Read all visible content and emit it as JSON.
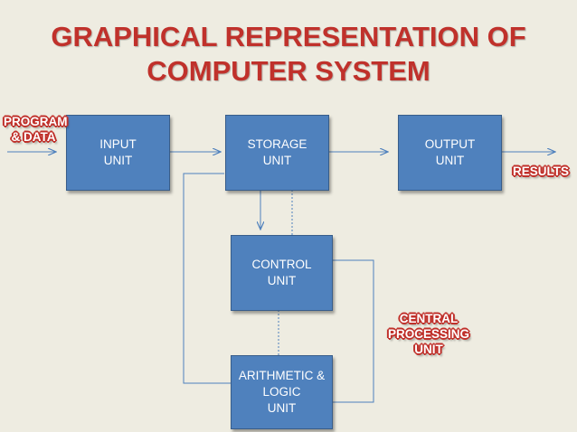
{
  "title": {
    "line1": "GRAPHICAL REPRESENTATION OF",
    "line2": "COMPUTER SYSTEM"
  },
  "boxes": {
    "input": [
      "INPUT",
      "UNIT"
    ],
    "storage": [
      "STORAGE",
      "UNIT"
    ],
    "output": [
      "OUTPUT",
      "UNIT"
    ],
    "control": [
      "CONTROL",
      "UNIT"
    ],
    "alu": [
      "ARITHMETIC &",
      "LOGIC",
      "UNIT"
    ]
  },
  "labels": {
    "program_data": [
      "PROGRAM",
      "& DATA"
    ],
    "results": "RESULTS",
    "cpu": [
      "CENTRAL",
      "PROCESSING",
      "UNIT"
    ]
  },
  "colors": {
    "box_fill": "#4f81bd",
    "title_red": "#c0312b",
    "background": "#eeece1",
    "connector": "#4f81bd"
  }
}
